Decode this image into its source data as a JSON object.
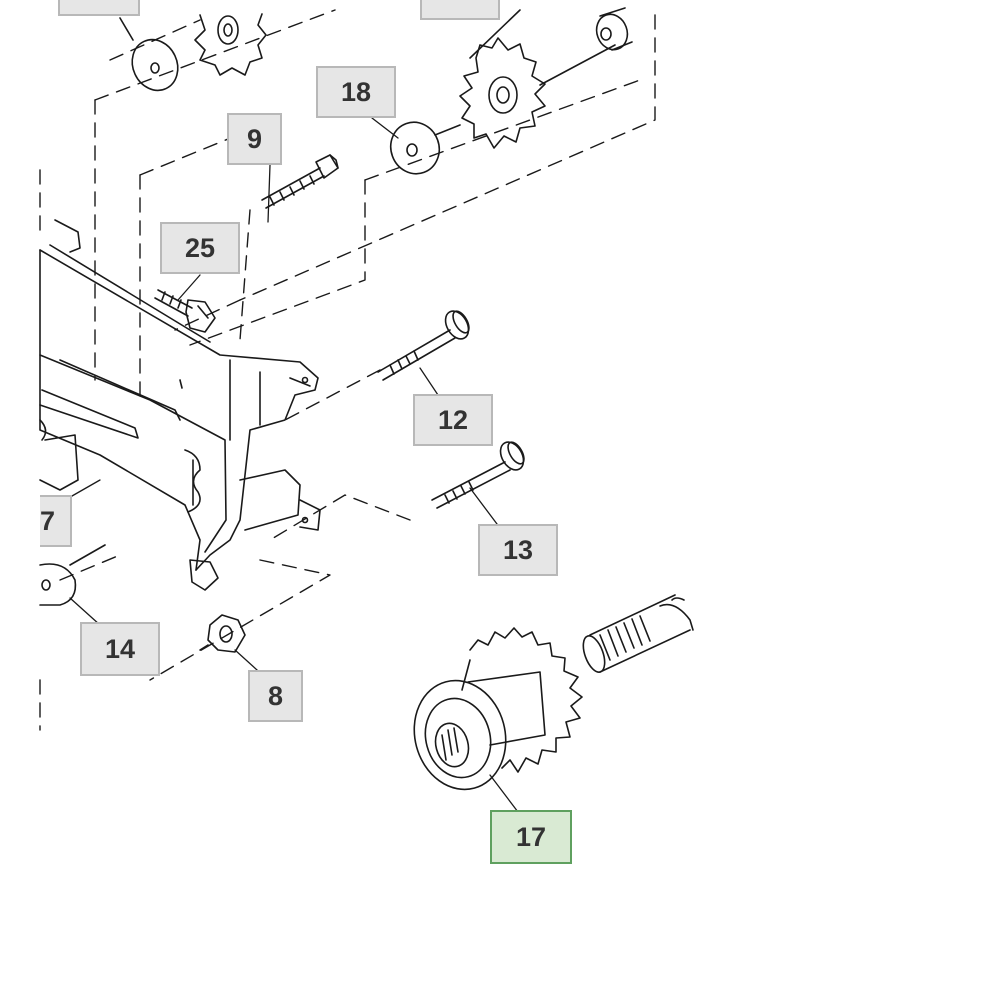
{
  "colors": {
    "line": "#1a1a1a",
    "callout_border": "#b8b8b8",
    "callout_fill": "#e6e6e6",
    "selected_border": "#5fa05f",
    "selected_fill": "#d9ead3",
    "label_text": "#333333"
  },
  "callouts": [
    {
      "id": "18",
      "label": "18",
      "selected": false
    },
    {
      "id": "9",
      "label": "9",
      "selected": false
    },
    {
      "id": "25",
      "label": "25",
      "selected": false
    },
    {
      "id": "12",
      "label": "12",
      "selected": false
    },
    {
      "id": "13",
      "label": "13",
      "selected": false
    },
    {
      "id": "7",
      "label": "7",
      "selected": false
    },
    {
      "id": "14",
      "label": "14",
      "selected": false
    },
    {
      "id": "8",
      "label": "8",
      "selected": false
    },
    {
      "id": "17",
      "label": "17",
      "selected": true
    }
  ]
}
